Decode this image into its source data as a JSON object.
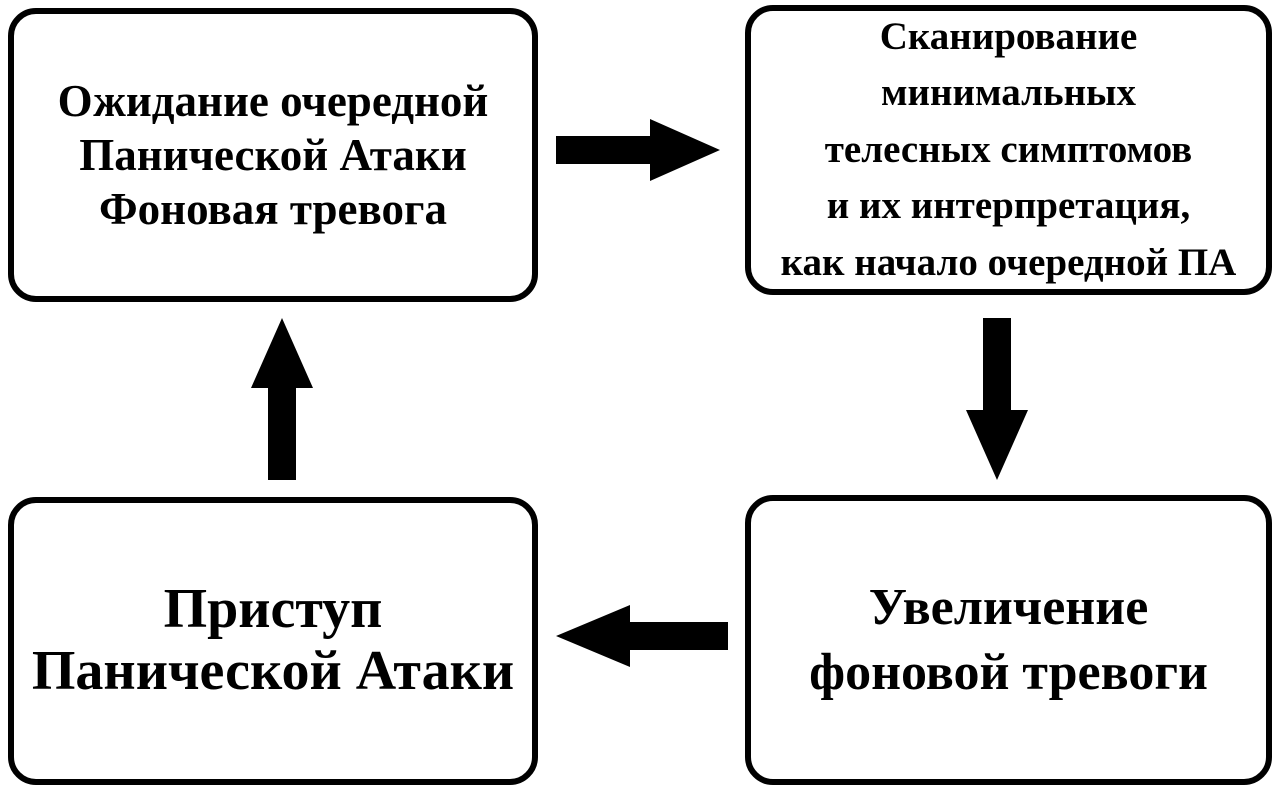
{
  "diagram": {
    "type": "cycle-flowchart",
    "language": "ru",
    "boxes": {
      "anticipation": {
        "label": "Ожидание очередной\nПанической Атаки\nФоновая тревога"
      },
      "scanning": {
        "label": "Сканирование минимальных\nтелесных симптомов\nи их интерпретация,\nкак начало очередной ПА"
      },
      "anxiety_increase": {
        "label": "Увеличение\nфоновой тревоги"
      },
      "panic_attack": {
        "label": "Приступ\nПанической Атаки"
      }
    },
    "arrows": [
      {
        "from": "anticipation",
        "to": "scanning",
        "direction": "right"
      },
      {
        "from": "scanning",
        "to": "anxiety_increase",
        "direction": "down"
      },
      {
        "from": "anxiety_increase",
        "to": "panic_attack",
        "direction": "left"
      },
      {
        "from": "panic_attack",
        "to": "anticipation",
        "direction": "up"
      }
    ],
    "colors": {
      "background": "#ffffff",
      "box_border": "#000000",
      "box_fill": "#ffffff",
      "text": "#000000",
      "arrow": "#000000"
    }
  }
}
